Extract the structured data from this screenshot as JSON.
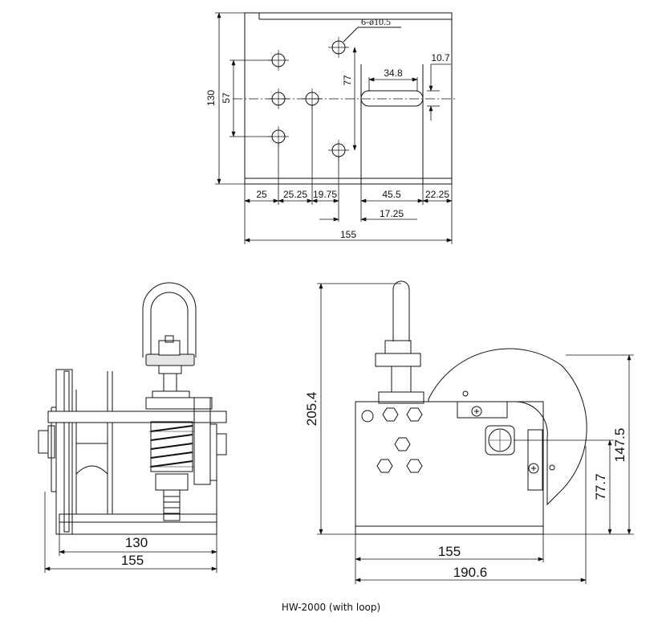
{
  "caption": "HW-2000 (with loop)",
  "top_view": {
    "hole_callout": "6-ø10.5",
    "dims": {
      "overall_height": "130",
      "hole_spacing_vertical": "57",
      "hole_offset_vertical": "77",
      "slot_length": "34.8",
      "slot_width": "10.7",
      "d_25": "25",
      "d_25_25": "25.25",
      "d_19_75": "19.75",
      "d_45_5": "45.5",
      "d_22_25": "22.25",
      "d_17_25": "17.25",
      "overall_width": "155"
    }
  },
  "front_view": {
    "dims": {
      "inner_width": "130",
      "overall_width": "155"
    }
  },
  "side_view": {
    "dims": {
      "overall_height": "205.4",
      "drum_height": "147.5",
      "axle_height": "77.7",
      "base_length": "155",
      "overall_length": "190.6"
    }
  }
}
